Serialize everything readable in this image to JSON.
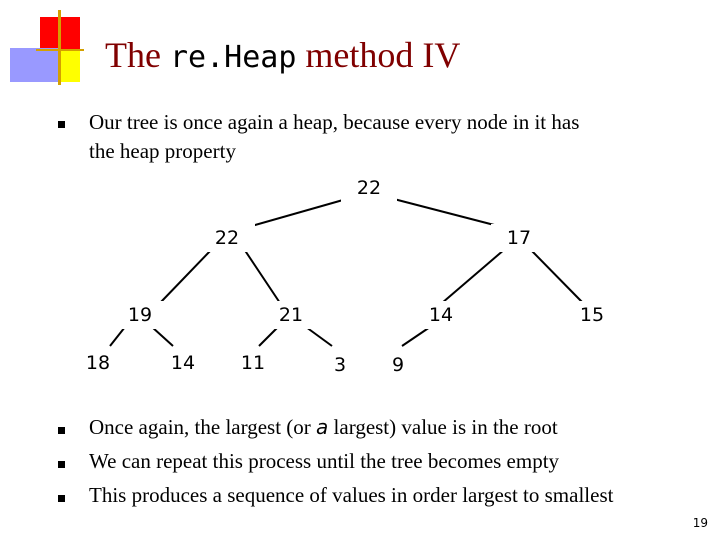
{
  "slide": {
    "title_pre": "The ",
    "title_code": "re.Heap",
    "title_post": " method IV",
    "bullet1_line1": "Our tree is once again a heap, because every node in it has",
    "bullet1_line2": "the heap property",
    "bullet2_pre": "Once again, the largest (or ",
    "bullet2_italic": "a",
    "bullet2_post": " largest) value is in the root",
    "bullet3": "We can repeat this process until the tree becomes empty",
    "bullet4": "This produces a sequence of values in order largest to smallest",
    "page_number": "19"
  },
  "tree": {
    "nodes": [
      "22",
      "22",
      "17",
      "19",
      "21",
      "14",
      "15",
      "18",
      "14",
      "11",
      "3",
      "9"
    ]
  },
  "colors": {
    "title": "#800000",
    "deco_red": "#ff0000",
    "deco_yellow": "#ffff00",
    "deco_violet": "#9999ff"
  }
}
